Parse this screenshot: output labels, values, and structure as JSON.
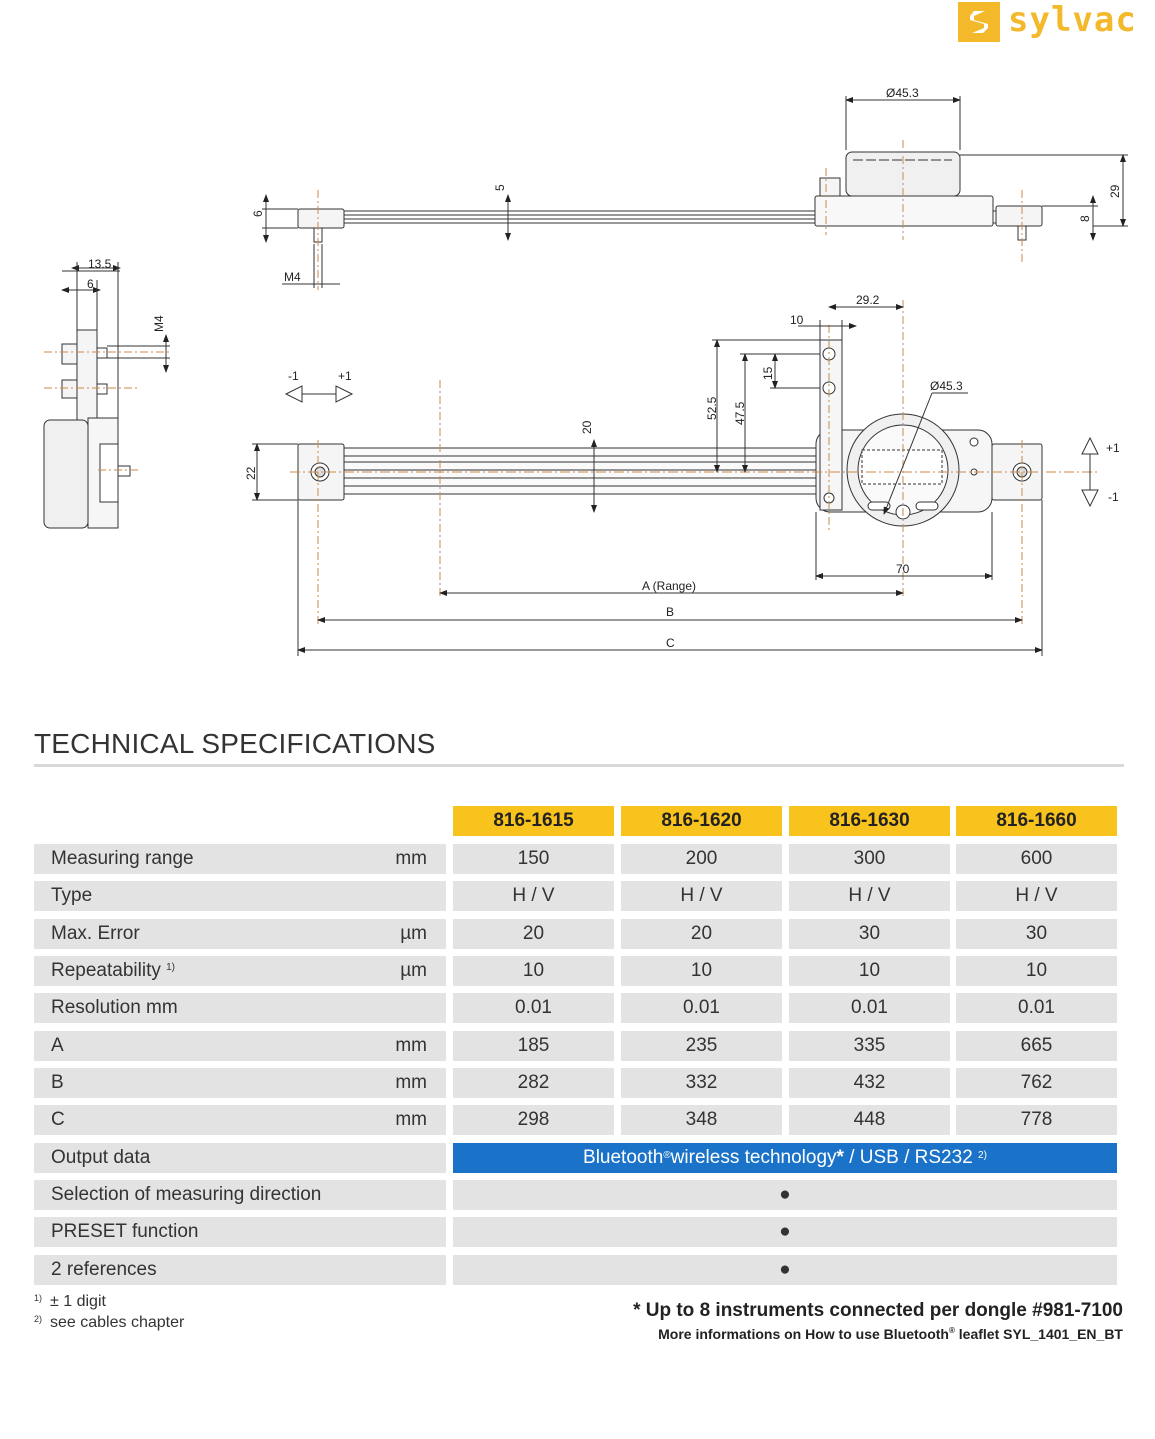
{
  "brand": {
    "name": "sylvac",
    "color": "#f4b92a"
  },
  "drawing": {
    "dims": {
      "d_top": "Ø45.3",
      "v29": "29",
      "v8": "8",
      "v6": "6",
      "v5": "5",
      "m4_top": "M4",
      "w13_5": "13.5",
      "w6_side": "6",
      "m4_side": "M4",
      "d29_2": "29.2",
      "d10": "10",
      "d52_5": "52.5",
      "d47_5": "47.5",
      "d15": "15",
      "d45_3": "Ø45.3",
      "d20": "20",
      "d22": "22",
      "d70": "70",
      "a_range": "A (Range)",
      "b": "B",
      "c": "C",
      "minus1": "-1",
      "plus1": "+1",
      "plus1_v": "+1",
      "minus1_v": "-1"
    }
  },
  "section_title": "TECHNICAL SPECIFICATIONS",
  "spec": {
    "headers": [
      "816-1615",
      "816-1620",
      "816-1630",
      "816-1660"
    ],
    "rows": [
      {
        "label": "Measuring range",
        "sup": "",
        "unit": "mm",
        "values": [
          "150",
          "200",
          "300",
          "600"
        ]
      },
      {
        "label": "Type",
        "sup": "",
        "unit": "",
        "values": [
          "H / V",
          "H / V",
          "H / V",
          "H / V"
        ]
      },
      {
        "label": "Max. Error",
        "sup": "",
        "unit": "µm",
        "values": [
          "20",
          "20",
          "30",
          "30"
        ]
      },
      {
        "label": "Repeatability",
        "sup": "1)",
        "unit": "µm",
        "values": [
          "10",
          "10",
          "10",
          "10"
        ]
      },
      {
        "label": "Resolution mm",
        "sup": "",
        "unit": "",
        "values": [
          "0.01",
          "0.01",
          "0.01",
          "0.01"
        ]
      },
      {
        "label": "A",
        "sup": "",
        "unit": "mm",
        "values": [
          "185",
          "235",
          "335",
          "665"
        ]
      },
      {
        "label": "B",
        "sup": "",
        "unit": "mm",
        "values": [
          "282",
          "332",
          "432",
          "762"
        ]
      },
      {
        "label": "C",
        "sup": "",
        "unit": "mm",
        "values": [
          "298",
          "348",
          "448",
          "778"
        ]
      }
    ],
    "output": {
      "label": "Output data",
      "pre": "Bluetooth",
      "reg": "®",
      "mid": "wireless technology",
      "star": "*",
      "post": " / USB / RS232 ",
      "sup": "2)",
      "color": "#1a73c8"
    },
    "feature_rows": [
      {
        "label": "Selection of measuring direction",
        "value": "●"
      },
      {
        "label": "PRESET function",
        "value": "●"
      },
      {
        "label": "2 references",
        "value": "●"
      }
    ]
  },
  "footnotes": [
    {
      "mark": "1)",
      "text": "± 1 digit"
    },
    {
      "mark": "2)",
      "text": "see cables chapter"
    }
  ],
  "notes": {
    "line1": "* Up to 8 instruments connected per dongle #981-7100",
    "line2_pre": "More informations on How to use Bluetooth",
    "line2_reg": "®",
    "line2_post": " leaflet SYL_1401_EN_BT"
  }
}
